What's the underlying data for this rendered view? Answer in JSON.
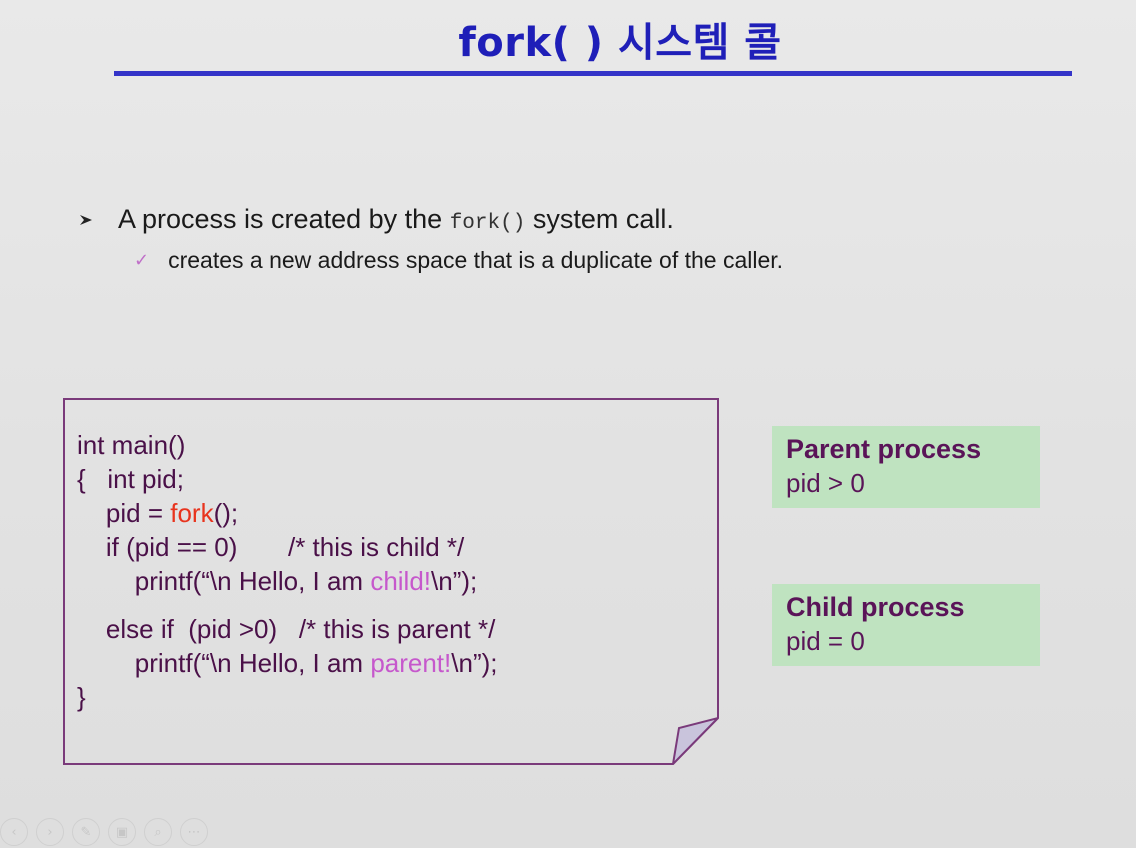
{
  "slide": {
    "title": "fork( ) 시스템 콜",
    "bullet": {
      "text_before": "A process is created by the ",
      "code": "fork()",
      "text_after": " system call.",
      "icon": "arrow-bullet-icon"
    },
    "sub_bullet": {
      "text": "creates a new address space that is a duplicate of the caller.",
      "icon": "check-icon",
      "icon_glyph": "✓"
    }
  },
  "code": {
    "line1": "int main()",
    "line2": "{   int pid;",
    "line3_before": "    pid = ",
    "line3_fork": "fork",
    "line3_after": "();",
    "line4": "    if (pid == 0)       /* this is child */",
    "line5_before": "        printf(“\\n Hello, I am ",
    "line5_pink": "child!",
    "line5_after": "\\n”);",
    "line6": "    else if  (pid >0)   /* this is parent */",
    "line7_before": "        printf(“\\n Hello, I am ",
    "line7_pink": "parent!",
    "line7_after": "\\n”);",
    "line8": "}"
  },
  "parent_box": {
    "heading": "Parent process",
    "value": "pid > 0"
  },
  "child_box": {
    "heading": "Child process",
    "value": "pid = 0"
  },
  "toolbar": {
    "buttons": [
      "‹",
      "›",
      "✎",
      "▣",
      "⌕",
      "⋯"
    ]
  },
  "colors": {
    "title": "#1f1fb8",
    "rule": "#3434c8",
    "code_text": "#4a1048",
    "fork_keyword": "#e8341e",
    "highlight_pink": "#c658cc",
    "info_box_bg": "#bfe3c0",
    "code_box_border": "#7a3a7a"
  }
}
